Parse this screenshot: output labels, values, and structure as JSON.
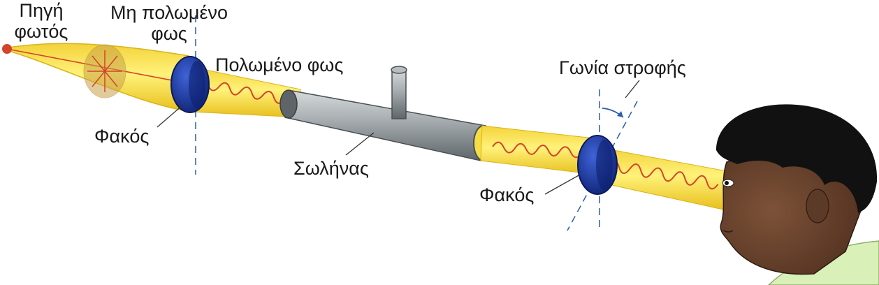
{
  "labels": {
    "source_line1": "Πηγή",
    "source_line2": "φωτός",
    "unpolarized_line1": "Μη πολωμένο",
    "unpolarized_line2": "φως",
    "polarized": "Πολωμένο φως",
    "lens_left": "Φακός",
    "tube": "Σωλήνας",
    "rotation_angle": "Γωνία στροφής",
    "lens_right": "Φακός"
  },
  "colors": {
    "beam": "#f9e04a",
    "beam_edge": "#e8c21e",
    "wave": "#d2452a",
    "lens": "#1f3fae",
    "lens_dark": "#0d1f6e",
    "tube": "#9aa0a3",
    "skin": "#6b4530",
    "hair": "#111111",
    "shirt": "#d9f0b8",
    "axis_line": "#2a5db0"
  },
  "icons": {
    "source": "light-source-dot",
    "viewer": "human-eye-observer"
  }
}
